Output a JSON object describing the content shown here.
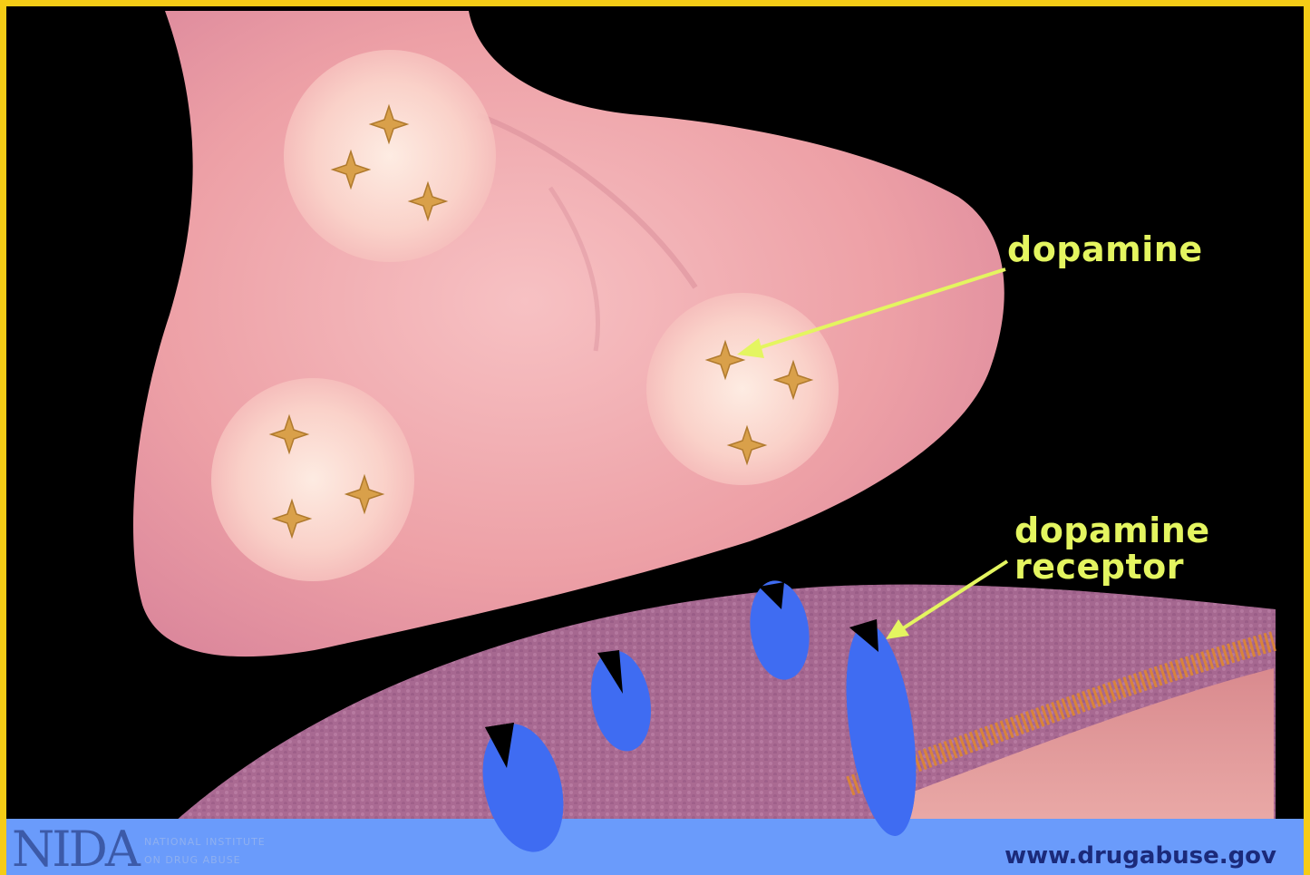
{
  "labels": {
    "dopamine": "dopamine",
    "receptor_line1": "dopamine",
    "receptor_line2": "receptor"
  },
  "footer": {
    "logo": "NIDA",
    "logo_sub_line1": "NATIONAL INSTITUTE",
    "logo_sub_line2": "ON DRUG ABUSE",
    "url": "www.drugabuse.gov"
  },
  "colors": {
    "frame": "#f5cc16",
    "label": "#e4f560",
    "footer_bg": "#6a9bfb",
    "receptor": "#3f6cf2",
    "terminal": "#f0a2a8"
  }
}
